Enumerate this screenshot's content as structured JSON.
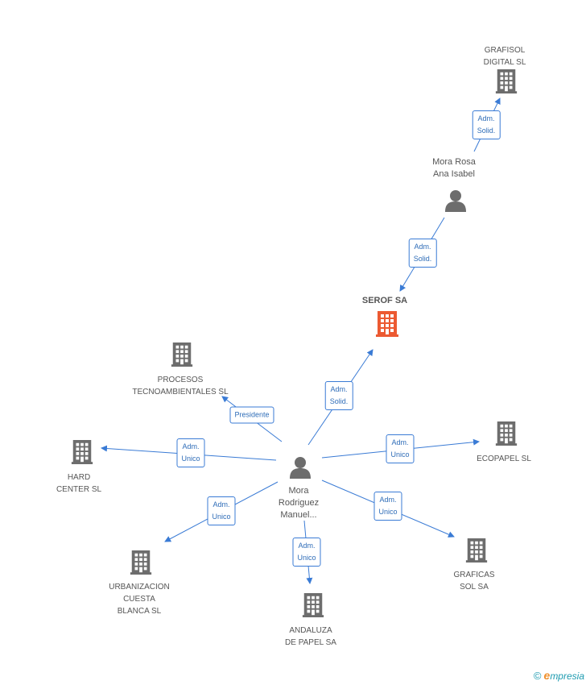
{
  "colors": {
    "edge": "#3a7bd5",
    "building": "#6d6d6d",
    "highlight": "#ec5a32",
    "person": "#6d6d6d"
  },
  "nodes": [
    {
      "id": "grafisol",
      "type": "company",
      "label": "GRAFISOL\nDIGITAL  SL",
      "icon": "building-icon"
    },
    {
      "id": "mora_rosa",
      "type": "person",
      "label": "Mora Rosa\nAna Isabel",
      "icon": "person-icon"
    },
    {
      "id": "serof",
      "type": "company-main",
      "label": "SEROF SA",
      "icon": "building-icon"
    },
    {
      "id": "procesos",
      "type": "company",
      "label": "PROCESOS\nTECNOAMBIENTALES SL",
      "icon": "building-icon"
    },
    {
      "id": "hard",
      "type": "company",
      "label": "HARD\nCENTER SL",
      "icon": "building-icon"
    },
    {
      "id": "mora_rod",
      "type": "person",
      "label": "Mora\nRodriguez\nManuel...",
      "icon": "person-icon"
    },
    {
      "id": "ecopapel",
      "type": "company",
      "label": "ECOPAPEL SL",
      "icon": "building-icon"
    },
    {
      "id": "urbanizacion",
      "type": "company",
      "label": "URBANIZACION\nCUESTA\nBLANCA SL",
      "icon": "building-icon"
    },
    {
      "id": "graficas",
      "type": "company",
      "label": "GRAFICAS\nSOL SA",
      "icon": "building-icon"
    },
    {
      "id": "andaluza",
      "type": "company",
      "label": "ANDALUZA\nDE PAPEL SA",
      "icon": "building-icon"
    }
  ],
  "edges": [
    {
      "from": "mora_rosa",
      "to": "grafisol",
      "label": "Adm.\nSolid."
    },
    {
      "from": "mora_rosa",
      "to": "serof",
      "label": "Adm.\nSolid."
    },
    {
      "from": "mora_rod",
      "to": "serof",
      "label": "Adm.\nSolid."
    },
    {
      "from": "mora_rod",
      "to": "procesos",
      "label": "Presidente"
    },
    {
      "from": "mora_rod",
      "to": "hard",
      "label": "Adm.\nUnico"
    },
    {
      "from": "mora_rod",
      "to": "ecopapel",
      "label": "Adm.\nUnico"
    },
    {
      "from": "mora_rod",
      "to": "urbanizacion",
      "label": "Adm.\nUnico"
    },
    {
      "from": "mora_rod",
      "to": "graficas",
      "label": "Adm.\nUnico"
    },
    {
      "from": "mora_rod",
      "to": "andaluza",
      "label": "Adm.\nUnico"
    }
  ],
  "brand": {
    "symbol": "©",
    "initial": "e",
    "rest": "mpresia"
  }
}
